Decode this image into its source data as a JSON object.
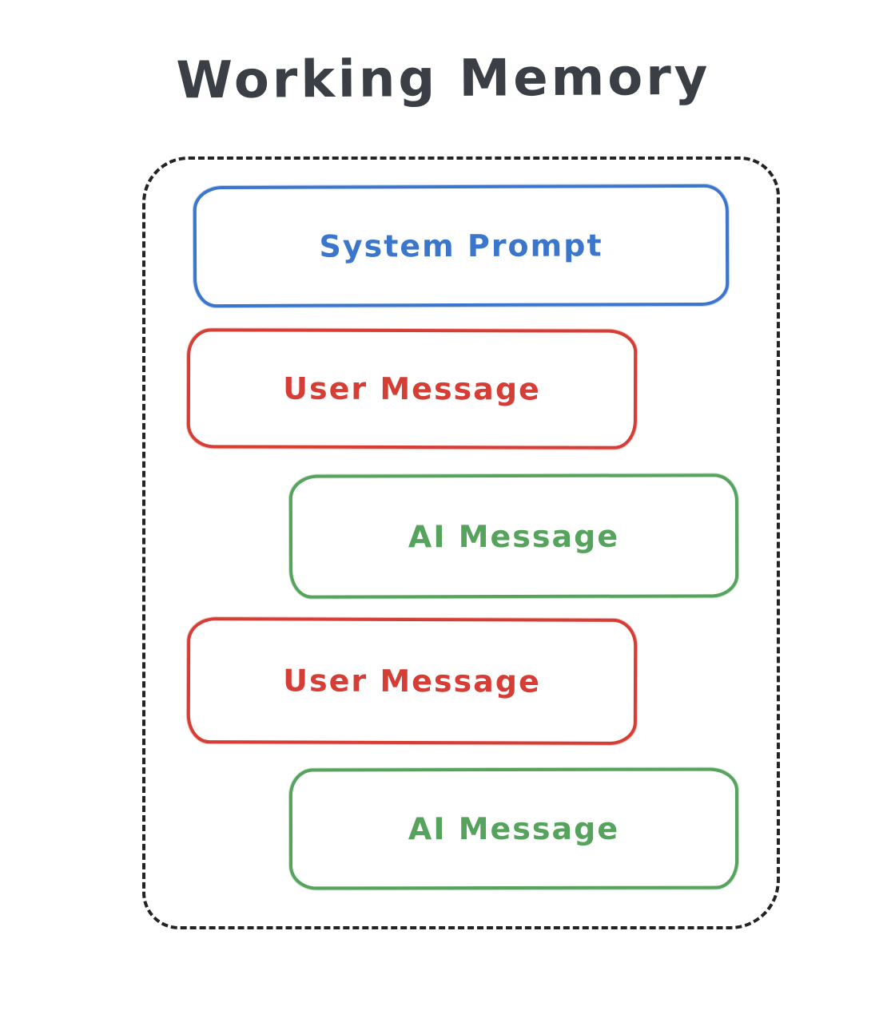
{
  "title": "Working Memory",
  "colors": {
    "title": "#3a3f45",
    "container_border": "#232323",
    "system_blue": "#3b76cc",
    "user_red": "#d63d35",
    "ai_green": "#55a35c",
    "background": "#ffffff"
  },
  "container": {
    "name": "working-memory",
    "boxes": [
      {
        "label": "System Prompt",
        "role": "system",
        "color": "#3b76cc",
        "align": "center"
      },
      {
        "label": "User Message",
        "role": "user",
        "color": "#d63d35",
        "align": "left"
      },
      {
        "label": "AI Message",
        "role": "ai",
        "color": "#55a35c",
        "align": "right"
      },
      {
        "label": "User Message",
        "role": "user",
        "color": "#d63d35",
        "align": "left"
      },
      {
        "label": "AI Message",
        "role": "ai",
        "color": "#55a35c",
        "align": "right"
      }
    ]
  }
}
